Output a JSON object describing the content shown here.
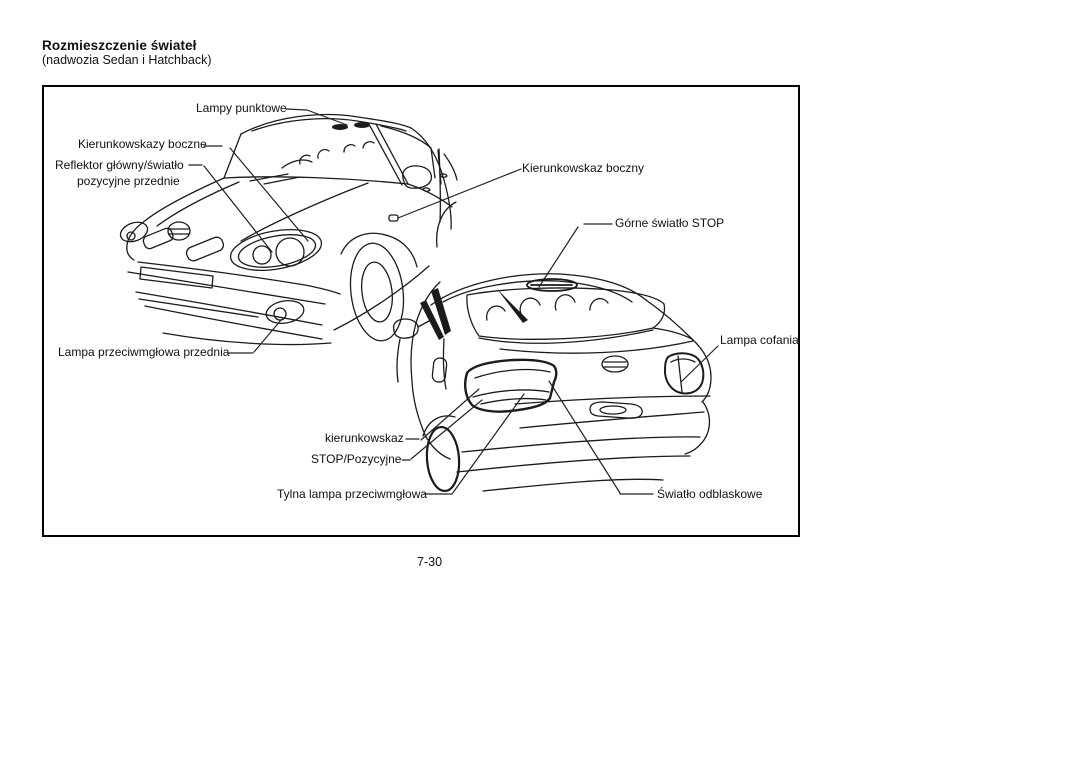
{
  "header": {
    "title": "Rozmieszczenie świateł",
    "subtitle": "(nadwozia Sedan i Hatchback)"
  },
  "footer": {
    "page_number": "7-30"
  },
  "diagram": {
    "views": [
      "front-three-quarter-car",
      "rear-three-quarter-car"
    ],
    "colors": {
      "ink": "#1b1b1b",
      "paper": "#ffffff"
    },
    "labels": {
      "lampy_punktowe": "Lampy punktowe",
      "kierunkowskazy_boczne": "Kierunkowskazy boczne",
      "reflektor_line1": "Reflektor główny/światło",
      "reflektor_line2": "pozycyjne przednie",
      "lampa_przeciwmglowa_przednia": "Lampa przeciwmgłowa przednia",
      "kierunkowskaz_boczny": "Kierunkowskaz boczny",
      "gorne_swiatlo_stop": "Górne światło STOP",
      "lampa_cofania": "Lampa cofania",
      "kierunkowskaz": "kierunkowskaz",
      "stop_pozycyjne": "STOP/Pozycyjne",
      "tylna_lampa_przeciwmglowa": "Tylna lampa przeciwmgłowa",
      "swiatlo_odblaskowe": "Światło odblaskowe"
    }
  }
}
